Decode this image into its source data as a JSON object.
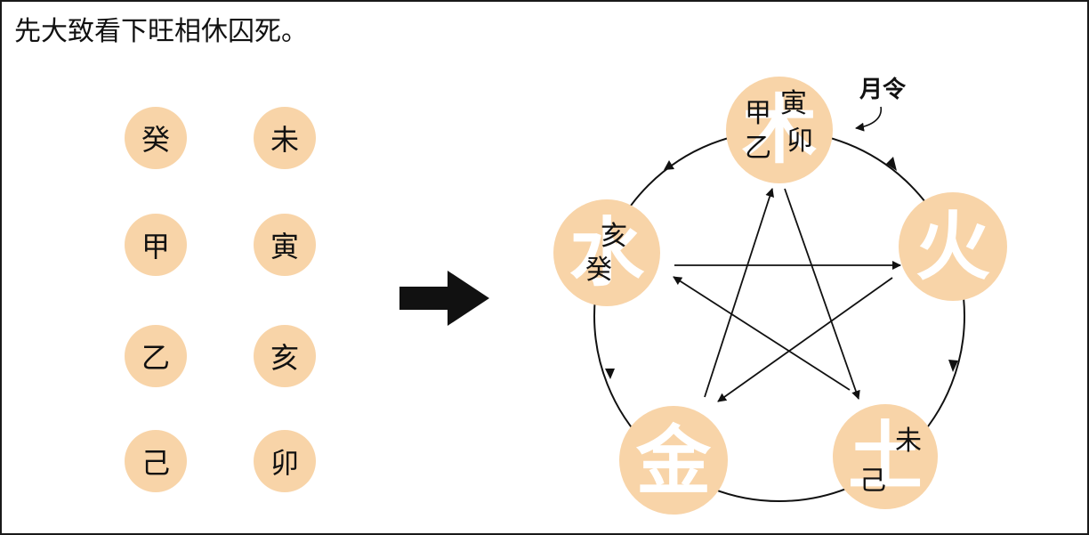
{
  "title": "先大致看下旺相休囚死。",
  "left_grid": {
    "col1": [
      "癸",
      "甲",
      "乙",
      "己"
    ],
    "col2": [
      "未",
      "寅",
      "亥",
      "卯"
    ]
  },
  "colors": {
    "circle_fill": "#f8d4a8",
    "watermark": "#ffffff",
    "line": "#111111"
  },
  "arrow_icon": "right-arrow-icon",
  "cycle": {
    "month_note": "月令",
    "nodes": [
      {
        "name": "wood",
        "element": "木",
        "labels": [
          "甲",
          "乙",
          "寅",
          "卯"
        ]
      },
      {
        "name": "fire",
        "element": "火",
        "labels": []
      },
      {
        "name": "earth",
        "element": "土",
        "labels": [
          "未",
          "己"
        ]
      },
      {
        "name": "metal",
        "element": "金",
        "labels": []
      },
      {
        "name": "water",
        "element": "水",
        "labels": [
          "亥",
          "癸"
        ]
      }
    ]
  }
}
